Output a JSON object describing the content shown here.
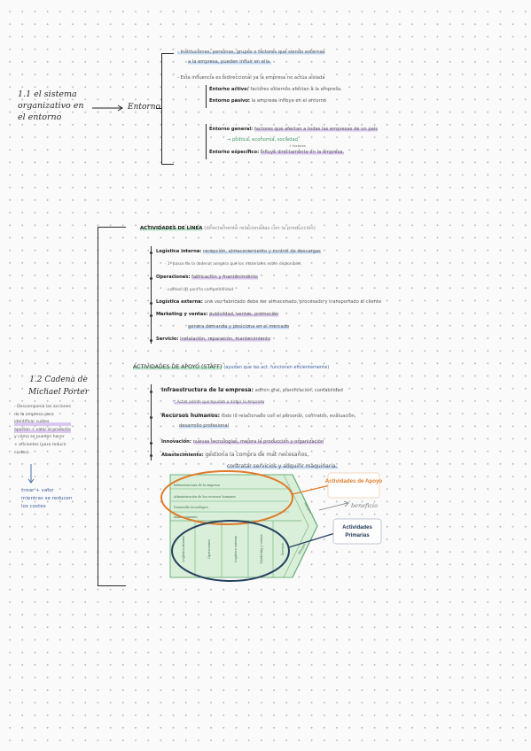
{
  "section1": {
    "title_line1": "1.1 el sistema",
    "title_line2": "organizativo en",
    "title_line3": "el entorno",
    "arrow_label": "Entorno",
    "items": [
      "- Instituciones, personas, grupos o factores que siendo externas",
      "a la empresa, pueden influir en ella.",
      "- Esta influencia es bidireccional ya la empresa no actúa aislada"
    ],
    "active": {
      "label": "Entorno activo:",
      "text": "factores externos afectan a la empresa."
    },
    "passive": {
      "label": "Entorno pasivo:",
      "text": "la empresa influye en el entorno"
    },
    "general": {
      "label": "Entorno general:",
      "text": "factores que afectan a todas las empresas de un país",
      "sub": "→ política, economía, sociedad"
    },
    "specific": {
      "label": "Entorno específico:",
      "note": "+ factores",
      "text": "influye directamente en la empresa."
    }
  },
  "section2": {
    "title_line1": "1.2 Cadena de",
    "title_line2": "Michael Porter",
    "desc": [
      "- Descomponía las acciones",
      "de la empresa para",
      "identificar cuáles",
      "aportan + valor al producto",
      "y cómo se pueden hacer",
      "+ eficientes (para reducir",
      "costes)."
    ],
    "result": [
      "crear + valor",
      "mientras se reducen",
      "los costes"
    ],
    "line_header": "ACTIVIDADES DE LÍNEA",
    "line_header_note": "(directamente relacionadas con la producción)",
    "line_items": [
      {
        "label": "Logística interna:",
        "text": "recepción, almacenamiento y control de descargas"
      },
      {
        "label": "",
        "text": "· 1º pasos de la cadena, asegura que los materiales estén disponibles"
      },
      {
        "label": "Operaciones:",
        "text": "fabricación y mantenimiento"
      },
      {
        "label": "",
        "text": "· calidad (q) para la competitividad"
      },
      {
        "label": "Logística externa:",
        "text": "una vez fabricado debe ser almacenado, procesado y transportado al cliente"
      },
      {
        "label": "Marketing y ventas:",
        "text": "publicidad, ventas, promoción"
      },
      {
        "label": "",
        "text": "genera demanda y posiciona en el mercado"
      },
      {
        "label": "Servicio:",
        "text": "instalación, reparación, mantenimiento"
      }
    ],
    "support_header": "ACTIVIDADES DE APOYO (STAFF)",
    "support_header_note": "(ayudan que las act. funcionen eficientemente)",
    "support_items": [
      {
        "label": "Infraestructura de la empresa:",
        "text": "admin gral, planificación, contabilidad"
      },
      {
        "label": "",
        "text": "* Actos admin que ayudan a dirigir la empresa"
      },
      {
        "label": "Recursos humanos:",
        "text": "todo lo relacionado con el personal, contratos, evaluación,"
      },
      {
        "label": "",
        "text": "desarrollo profesional"
      },
      {
        "label": "Innovación:",
        "text": "nuevas tecnologías, mejora la producción y organización"
      },
      {
        "label": "Abastecimiento:",
        "text": "gestiona la compra de mat necesarios,"
      },
      {
        "label": "",
        "text": "contratar servicios y adquirir maquinaria."
      }
    ]
  },
  "diagram": {
    "support_rows": [
      "Infraestructura de la empresa",
      "Administración de los recursos humanos",
      "Desarrollo tecnológico",
      "Abastecimiento"
    ],
    "primary_cols": [
      "Logística interna",
      "Operaciones",
      "Logística externa",
      "Marketing y ventas",
      "Servicio"
    ],
    "margin_label": "Margen",
    "callout_support": "Actividades de Apoyo",
    "callout_primary_line1": "Actividades",
    "callout_primary_line2": "Primarias",
    "benefit_label": "beneficio",
    "colors": {
      "support_outline": "#e07b2a",
      "primary_outline": "#24405f",
      "chain_fill": "#d9efd9",
      "chain_stroke": "#6bb07a"
    }
  }
}
